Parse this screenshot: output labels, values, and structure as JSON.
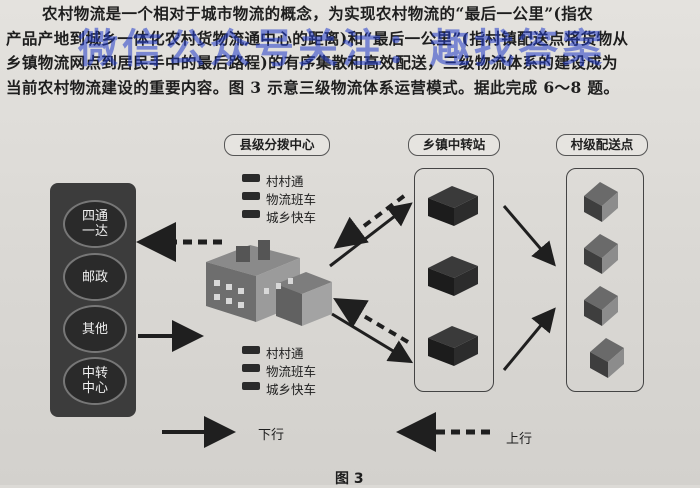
{
  "paragraph": {
    "line1": "农村物流是一个相对于城市物流的概念，为实现农村物流的“最后一公里”(指农",
    "line2": "产品产地到城乡一体化农村货物流通中心的距离)和“最后一公里”(指村镇配送点将货物从",
    "line3": "乡镇物流网点到居民手中的最后路程)的有序集散和高效配送，三级物流体系的建设成为",
    "line4": "当前农村物流建设的重要内容。图 3 示意三级物流体系运营模式。据此完成 6～8 题。"
  },
  "watermark": "微信公众号关注：趣找答案",
  "diagram": {
    "labels": {
      "county": "县级分拨中心",
      "town": "乡镇中转站",
      "village": "村级配送点"
    },
    "sources": [
      "四通\n一达",
      "邮政",
      "其他",
      "中转\n中心"
    ],
    "vehicles_top": [
      "村村通",
      "物流班车",
      "城乡快车"
    ],
    "vehicles_bottom": [
      "村村通",
      "物流班车",
      "城乡快车"
    ],
    "legend": {
      "down": "下行",
      "up": "上行"
    },
    "caption": "图 3"
  },
  "colors": {
    "arrow": "#1f1f1f",
    "panel": "#3c3c3c",
    "watermark": "#3c50c8"
  }
}
